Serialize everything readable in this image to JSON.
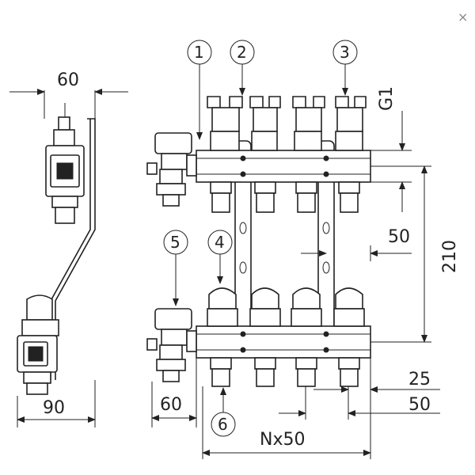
{
  "close_glyph": "×",
  "dimensions": {
    "width_side": "60",
    "depth_side": "90",
    "offset_left": "60",
    "spacing": "Nx50",
    "height": "210",
    "g1": "G1",
    "offset_top": "50",
    "outlet_25": "25",
    "outlet_50": "50"
  },
  "callouts": [
    "1",
    "2",
    "3",
    "4",
    "5",
    "6"
  ]
}
